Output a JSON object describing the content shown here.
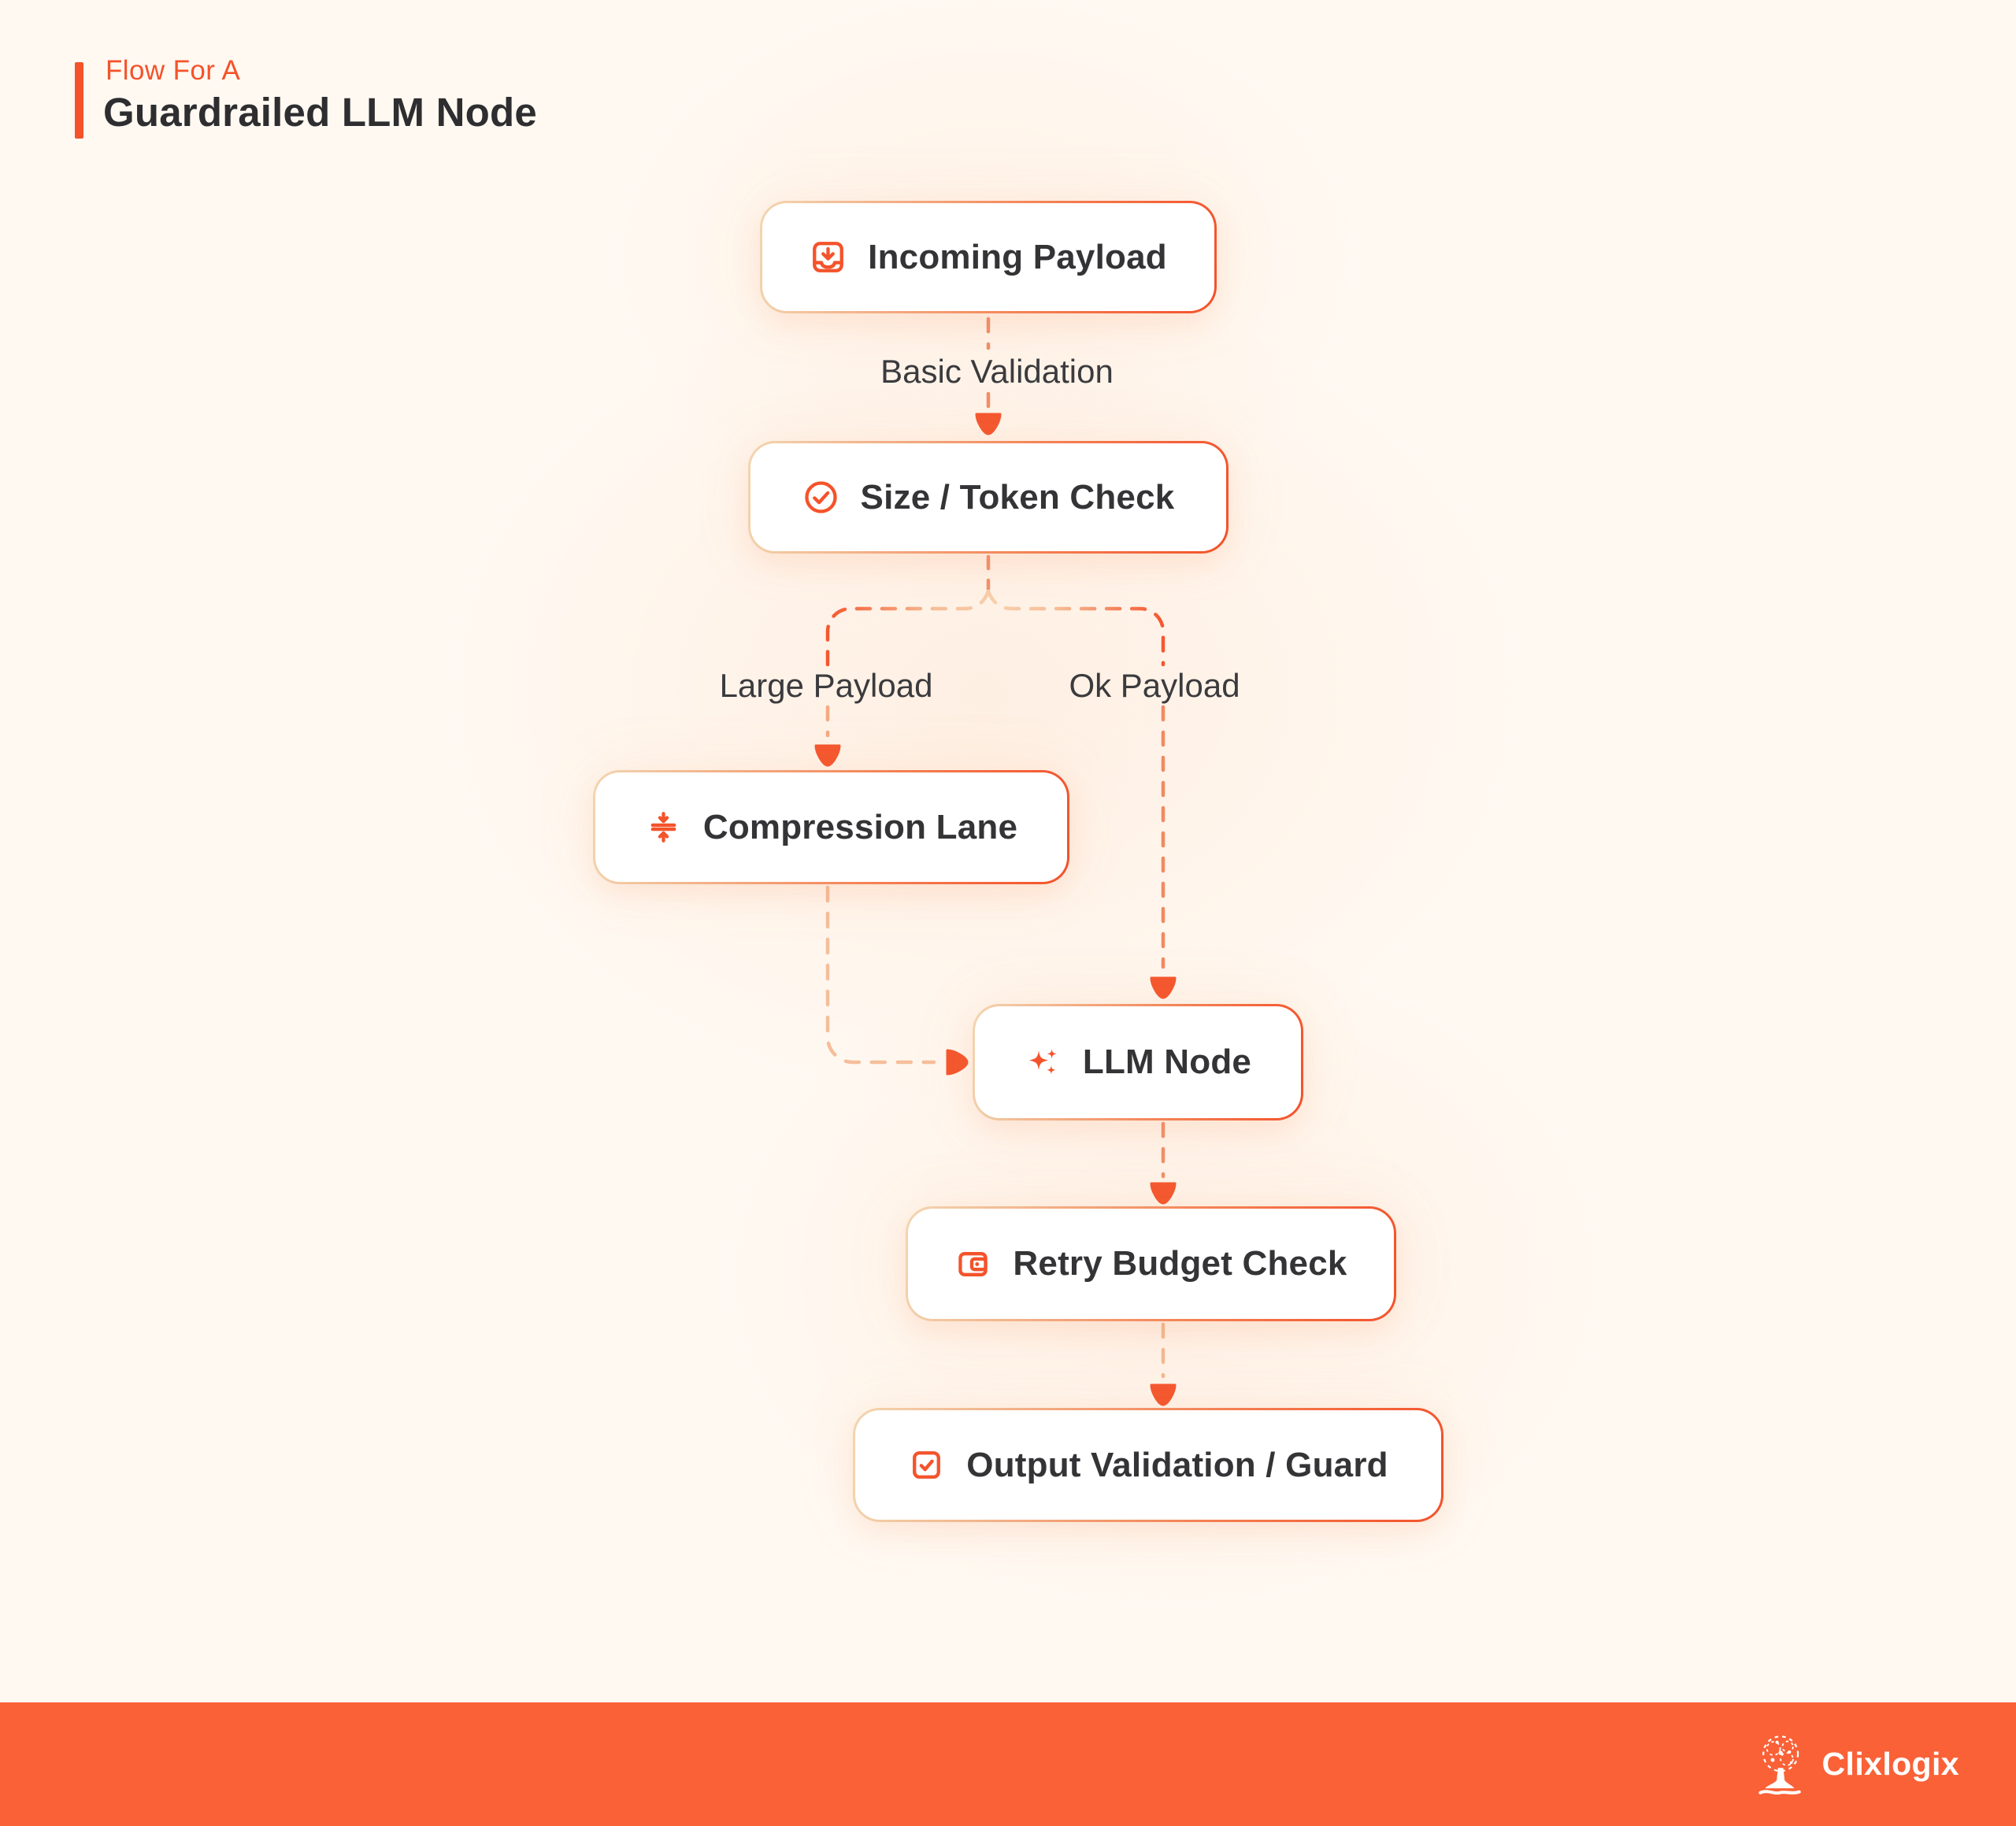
{
  "header": {
    "eyebrow": "Flow For A",
    "title": "Guardrailed LLM Node"
  },
  "nodes": [
    {
      "id": "incoming-payload",
      "label": "Incoming Payload",
      "icon": "inbox-arrow-down-icon"
    },
    {
      "id": "size-token-check",
      "label": "Size / Token Check",
      "icon": "check-circle-icon"
    },
    {
      "id": "compression-lane",
      "label": "Compression Lane",
      "icon": "compress-vertical-icon"
    },
    {
      "id": "llm-node",
      "label": "LLM Node",
      "icon": "sparkles-icon"
    },
    {
      "id": "retry-budget-check",
      "label": "Retry Budget Check",
      "icon": "wallet-icon"
    },
    {
      "id": "output-validation-guard",
      "label": "Output Validation / Guard",
      "icon": "checkbox-checked-icon"
    }
  ],
  "edges": [
    {
      "id": "basic-validation",
      "label": "Basic Validation",
      "from": "incoming-payload",
      "to": "size-token-check"
    },
    {
      "id": "large-payload",
      "label": "Large Payload",
      "from": "size-token-check",
      "to": "compression-lane"
    },
    {
      "id": "ok-payload",
      "label": "Ok Payload",
      "from": "size-token-check",
      "to": "llm-node"
    }
  ],
  "footer": {
    "brand": "Clixlogix"
  },
  "colors": {
    "background": "#FFF9F2",
    "accent": "#F4532B",
    "arrow": "#F4572F",
    "node_border_light": "#F2D6B1",
    "node_border_strong": "#F4512A",
    "dash_light": "#F5BE9A",
    "dash_medium": "#F0906C",
    "text_dark": "#2E2E30",
    "footer_bar": "#FA6137"
  }
}
